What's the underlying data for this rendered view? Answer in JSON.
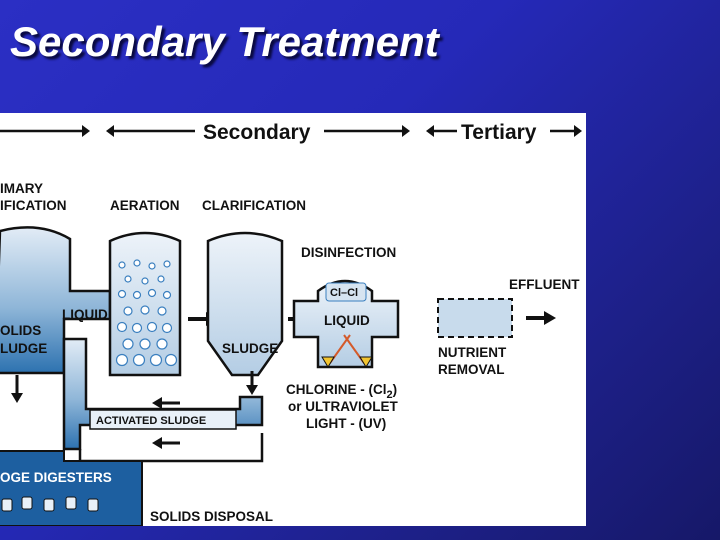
{
  "slide": {
    "title": "Secondary Treatment"
  },
  "diagram": {
    "stage_headers": {
      "secondary": "Secondary",
      "tertiary": "Tertiary"
    },
    "process_labels": {
      "primary_clarification_line1": "IMARY",
      "primary_clarification_line2": "IFICATION",
      "aeration": "AERATION",
      "clarification": "CLARIFICATION",
      "disinfection": "DISINFECTION",
      "effluent": "EFFLUENT"
    },
    "flow_labels": {
      "liquid_main": "LIQUID",
      "liquid_disinfection": "LIQUID",
      "solids_line1": "OLIDS",
      "solids_line2": "LUDGE",
      "sludge": "SLUDGE",
      "activated_sludge": "ACTIVATED SLUDGE",
      "sludge_digesters": "OGE DIGESTERS",
      "solids_disposal": "SOLIDS DISPOSAL",
      "chlorine_formula": "Cl–Cl"
    },
    "notes": {
      "nutrient_line1": "NUTRIENT",
      "nutrient_line2": "REMOVAL",
      "chlorine_line1": "CHLORINE - (Cl",
      "chlorine_subscript": "2",
      "chlorine_close": ")",
      "chlorine_line2": "or ULTRAVIOLET",
      "chlorine_line3": "LIGHT - (UV)"
    },
    "colors": {
      "water_light": "#dce8f4",
      "water_dark": "#2a6fae",
      "digester": "#1d5fa0",
      "outline": "#111111"
    }
  }
}
